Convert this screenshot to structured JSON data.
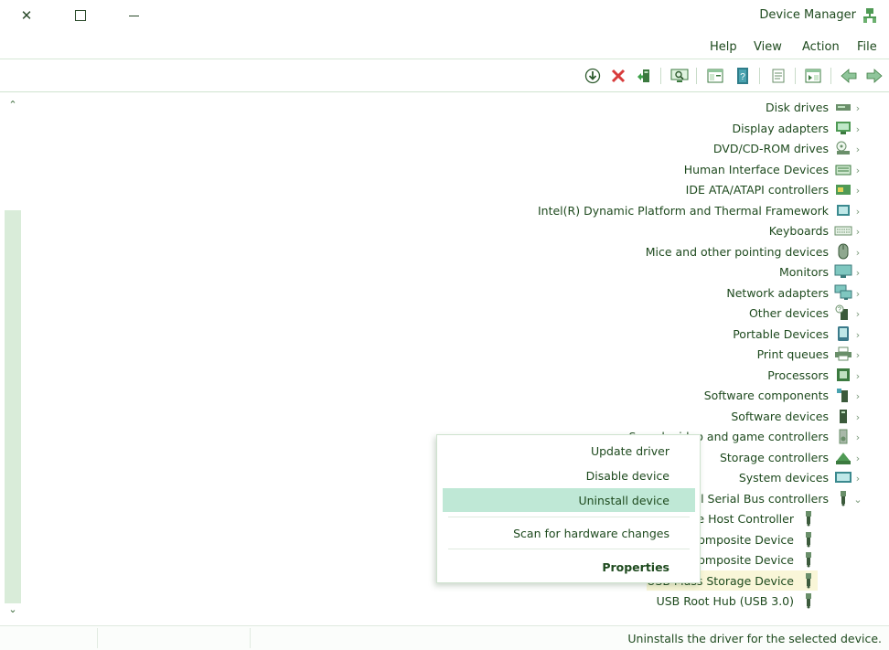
{
  "window": {
    "title": "Device Manager"
  },
  "menu": {
    "file": "File",
    "action": "Action",
    "view": "View",
    "help": "Help"
  },
  "tree": {
    "categories": [
      {
        "label": "Disk drives",
        "icon": "disk-drive-icon"
      },
      {
        "label": "Display adapters",
        "icon": "display-adapter-icon"
      },
      {
        "label": "DVD/CD-ROM drives",
        "icon": "dvd-drive-icon"
      },
      {
        "label": "Human Interface Devices",
        "icon": "hid-icon"
      },
      {
        "label": "IDE ATA/ATAPI controllers",
        "icon": "ide-controller-icon"
      },
      {
        "label": "Intel(R) Dynamic Platform and Thermal Framework",
        "icon": "thermal-framework-icon"
      },
      {
        "label": "Keyboards",
        "icon": "keyboard-icon"
      },
      {
        "label": "Mice and other pointing devices",
        "icon": "mouse-icon"
      },
      {
        "label": "Monitors",
        "icon": "monitor-icon"
      },
      {
        "label": "Network adapters",
        "icon": "network-adapter-icon"
      },
      {
        "label": "Other devices",
        "icon": "other-devices-icon"
      },
      {
        "label": "Portable Devices",
        "icon": "portable-device-icon"
      },
      {
        "label": "Print queues",
        "icon": "printer-icon"
      },
      {
        "label": "Processors",
        "icon": "processor-icon"
      },
      {
        "label": "Software components",
        "icon": "software-component-icon"
      },
      {
        "label": "Software devices",
        "icon": "software-device-icon"
      },
      {
        "label": "Sound, video and game controllers",
        "icon": "sound-icon"
      },
      {
        "label": "Storage controllers",
        "icon": "storage-controller-icon"
      },
      {
        "label": "System devices",
        "icon": "system-device-icon"
      },
      {
        "label": "Universal Serial Bus controllers",
        "icon": "usb-icon"
      }
    ],
    "usb_children": [
      {
        "label": "Intel(R) USB 3.0 eXtensible Host Controller"
      },
      {
        "label": "USB Composite Device"
      },
      {
        "label": "USB Composite Device"
      },
      {
        "label": "USB Mass Storage Device"
      },
      {
        "label": "USB Root Hub (USB 3.0)"
      }
    ]
  },
  "context_menu": {
    "update": "Update driver",
    "disable": "Disable device",
    "uninstall": "Uninstall device",
    "scan": "Scan for hardware changes",
    "properties": "Properties"
  },
  "status": {
    "message": "Uninstalls the driver for the selected device."
  },
  "colors": {
    "accent": "#2f7d32",
    "highlight": "#bfe8d6",
    "selection": "#f9f6d8",
    "delete": "#d83b3b"
  }
}
